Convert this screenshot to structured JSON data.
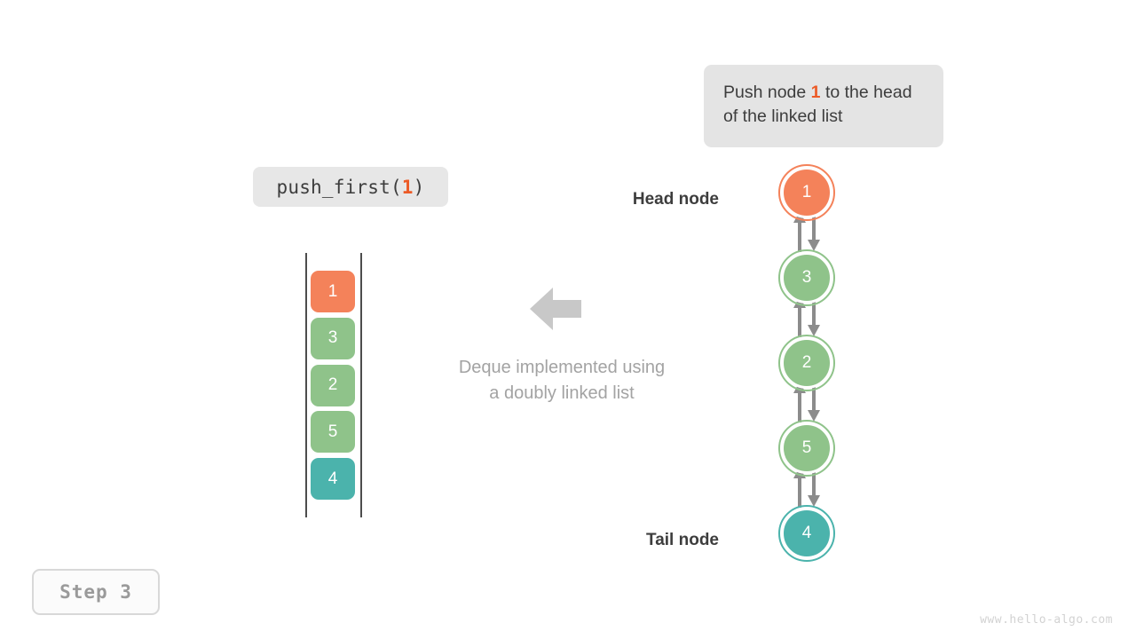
{
  "caption": {
    "text_before": "Push node ",
    "highlight": "1",
    "text_after": " to the head of the linked list"
  },
  "code_chip": {
    "prefix": "push_first(",
    "argument": "1",
    "suffix": ")"
  },
  "stack": {
    "cells": [
      {
        "value": "1",
        "color": "#f4825a"
      },
      {
        "value": "3",
        "color": "#8fc38a"
      },
      {
        "value": "2",
        "color": "#8fc38a"
      },
      {
        "value": "5",
        "color": "#8fc38a"
      },
      {
        "value": "4",
        "color": "#4bb3ac"
      }
    ]
  },
  "flow_arrow": {
    "direction": "left",
    "color": "#c8c8c8"
  },
  "description": {
    "line1": "Deque implemented using",
    "line2": "a doubly linked list"
  },
  "linked_list": {
    "head_label": "Head node",
    "tail_label": "Tail node",
    "nodes": [
      {
        "value": "1",
        "color": "#f4825a"
      },
      {
        "value": "3",
        "color": "#8fc38a"
      },
      {
        "value": "2",
        "color": "#8fc38a"
      },
      {
        "value": "5",
        "color": "#8fc38a"
      },
      {
        "value": "4",
        "color": "#4bb3ac"
      }
    ],
    "link_color": "#8c8c8c",
    "link_style": "bidirectional"
  },
  "step_badge": {
    "label": "Step 3"
  },
  "watermark": {
    "text": "www.hello-algo.com"
  },
  "palette": {
    "orange": "#f4825a",
    "green": "#8fc38a",
    "teal": "#4bb3ac",
    "highlight_text": "#ec5b27",
    "bubble_bg": "#e4e4e4",
    "muted_text": "#a3a3a3",
    "dark_text": "#3d3d3d"
  }
}
